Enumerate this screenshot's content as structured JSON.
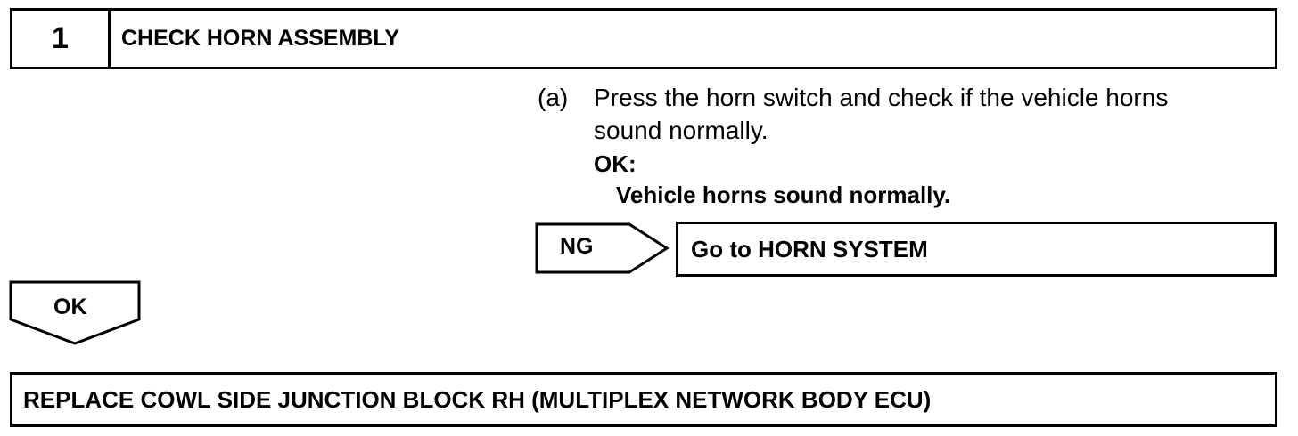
{
  "step": {
    "number": "1",
    "title": "CHECK HORN ASSEMBLY"
  },
  "instruction": {
    "letter": "(a)",
    "line1": "Press the horn switch and check if the vehicle horns",
    "line2": "sound normally.",
    "ok_label": "OK:",
    "ok_value": "Vehicle horns sound normally."
  },
  "ng_branch": {
    "label": "NG",
    "result": "Go to HORN SYSTEM"
  },
  "ok_branch": {
    "label": "OK"
  },
  "final_action": {
    "text": "REPLACE COWL SIDE JUNCTION BLOCK RH (MULTIPLEX NETWORK BODY ECU)"
  }
}
